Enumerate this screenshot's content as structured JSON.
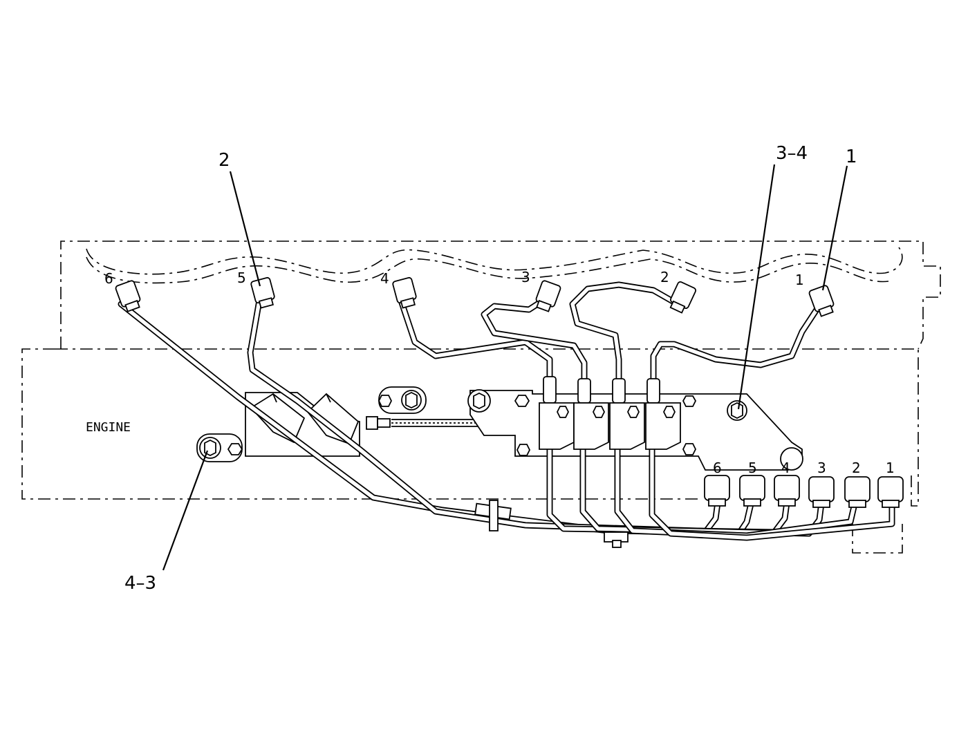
{
  "diagram": {
    "engine_label": "ENGINE",
    "callouts": [
      {
        "id": "c2",
        "text": "2"
      },
      {
        "id": "c34",
        "text": "3–4"
      },
      {
        "id": "c1",
        "text": "1"
      },
      {
        "id": "c43",
        "text": "4–3"
      }
    ],
    "injector_numbers": [
      "6",
      "5",
      "4",
      "3",
      "2",
      "1"
    ],
    "pump_outlet_numbers": [
      "6",
      "5",
      "4",
      "3",
      "2",
      "1"
    ]
  }
}
